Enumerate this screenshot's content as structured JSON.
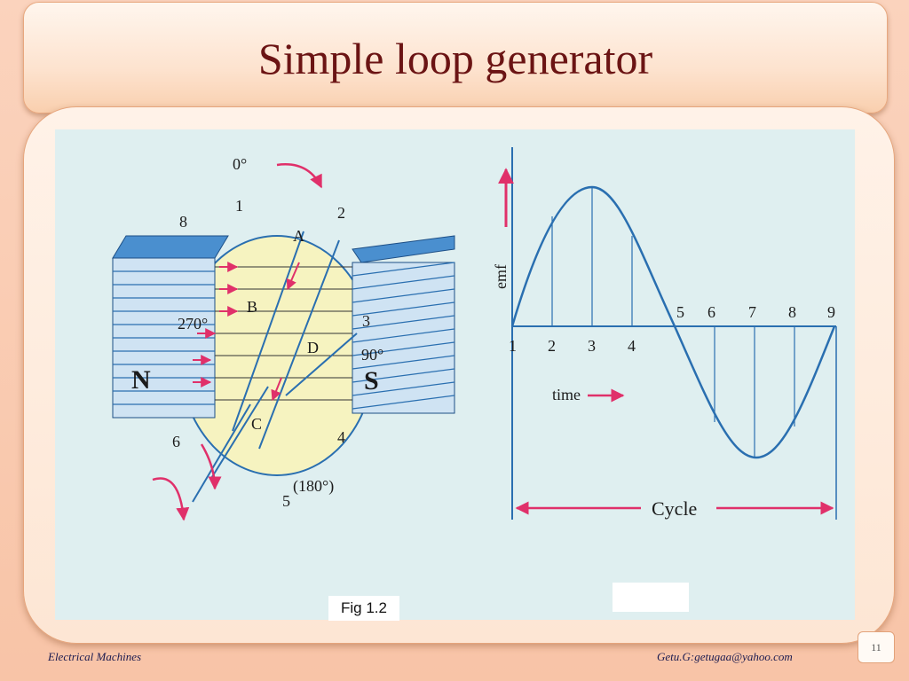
{
  "slide": {
    "title": "Simple loop generator",
    "caption": "Fig 1.2",
    "footer_left": "Electrical Machines",
    "footer_right": "Getu.G:getugaa@yahoo.com",
    "page_number": "11"
  },
  "generator_diagram": {
    "pole_n": "N",
    "pole_s": "S",
    "angle_top": "0°",
    "angle_right": "90°",
    "angle_left": "270°",
    "angle_bottom": "(180°)",
    "positions": [
      "1",
      "2",
      "3",
      "4",
      "5",
      "6",
      "8"
    ],
    "conductors": [
      "A",
      "B",
      "C",
      "D"
    ]
  },
  "waveform": {
    "y_label": "emf",
    "time_label": "time",
    "cycle_label": "Cycle",
    "points": [
      "1",
      "2",
      "3",
      "4",
      "5",
      "6",
      "7",
      "8",
      "9"
    ]
  },
  "colors": {
    "title": "#6b1414",
    "arrow": "#e0306a",
    "wave": "#2a6fb0",
    "figure_bg": "#dfeff0"
  }
}
